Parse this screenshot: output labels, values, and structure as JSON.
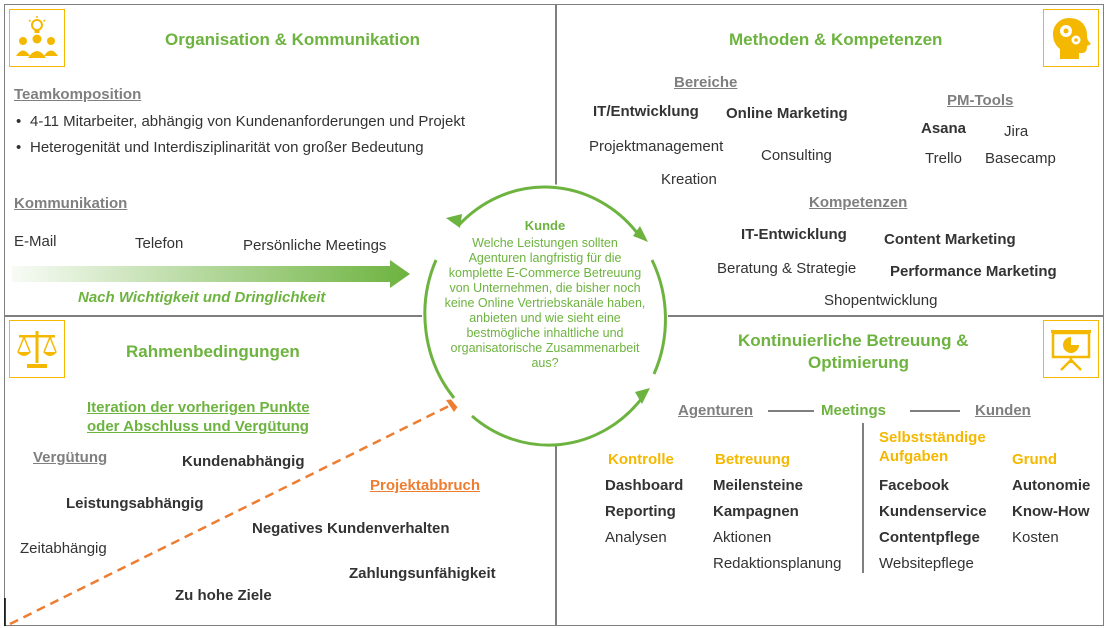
{
  "colors": {
    "green": "#6db33f",
    "yellow": "#f5b800",
    "orange": "#ed7d31",
    "gray": "#7f7f7f",
    "text": "#333333"
  },
  "q1": {
    "icon": "team-idea-icon",
    "title": "Organisation & Kommunikation",
    "teamkomposition": {
      "heading": "Teamkomposition",
      "bullets": [
        "•",
        "•"
      ],
      "items": [
        "4-11 Mitarbeiter, abhängig von Kundenanforderungen und Projekt",
        "Heterogenität und Interdisziplinarität von großer Bedeutung"
      ]
    },
    "kommunikation": {
      "heading": "Kommunikation",
      "channels": [
        "E-Mail",
        "Telefon",
        "Persönliche Meetings"
      ],
      "arrow_label": "Nach Wichtigkeit und Dringlichkeit"
    }
  },
  "q2": {
    "icon": "head-gears-icon",
    "title": "Methoden & Kompetenzen",
    "bereiche": {
      "heading": "Bereiche",
      "items": [
        "IT/Entwicklung",
        "Online Marketing",
        "Projektmanagement",
        "Consulting",
        "Kreation"
      ]
    },
    "pm_tools": {
      "heading": "PM-Tools",
      "items": [
        "Asana",
        "Jira",
        "Trello",
        "Basecamp"
      ]
    },
    "kompetenzen": {
      "heading": "Kompetenzen",
      "items": [
        "IT-Entwicklung",
        "Content Marketing",
        "Beratung & Strategie",
        "Performance Marketing",
        "Shopentwicklung"
      ]
    }
  },
  "q3": {
    "icon": "scales-icon",
    "title": "Rahmenbedingungen",
    "iteration": [
      "Iteration der vorherigen Punkte",
      "oder Abschluss und Vergütung"
    ],
    "verguetung": {
      "heading": "Vergütung",
      "items": [
        "Kundenabhängig",
        "Leistungsabhängig",
        "Zeitabhängig"
      ]
    },
    "projektabbruch": {
      "heading": "Projektabbruch",
      "items": [
        "Negatives Kundenverhalten",
        "Zahlungsunfähigkeit",
        "Zu hohe Ziele"
      ]
    }
  },
  "q4": {
    "icon": "presentation-chart-icon",
    "title_lines": [
      "Kontinuierliche Betreuung &",
      "Optimierung"
    ],
    "meeting_line": {
      "left": "Agenturen",
      "center": "Meetings",
      "right": "Kunden"
    },
    "kontrolle": {
      "heading": "Kontrolle",
      "items": [
        "Dashboard",
        "Reporting",
        "Analysen"
      ]
    },
    "betreuung": {
      "heading": "Betreuung",
      "items": [
        "Meilensteine",
        "Kampagnen",
        "Aktionen",
        "Redaktionsplanung"
      ]
    },
    "selbststaendig": {
      "heading_lines": [
        "Selbstständige",
        "Aufgaben"
      ],
      "items": [
        "Facebook",
        "Kundenservice",
        "Contentpflege",
        "Websitepflege"
      ]
    },
    "grund": {
      "heading": "Grund",
      "items": [
        "Autonomie",
        "Know-How",
        "Kosten"
      ]
    }
  },
  "center": {
    "title": "Kunde",
    "question": "Welche Leistungen sollten Agenturen langfristig für die komplette E-Commerce Betreuung von Unternehmen, die bisher noch keine Online Vertriebskanäle haben, anbieten und wie sieht eine bestmögliche inhaltliche und organisatorische Zusammenarbeit aus?"
  }
}
